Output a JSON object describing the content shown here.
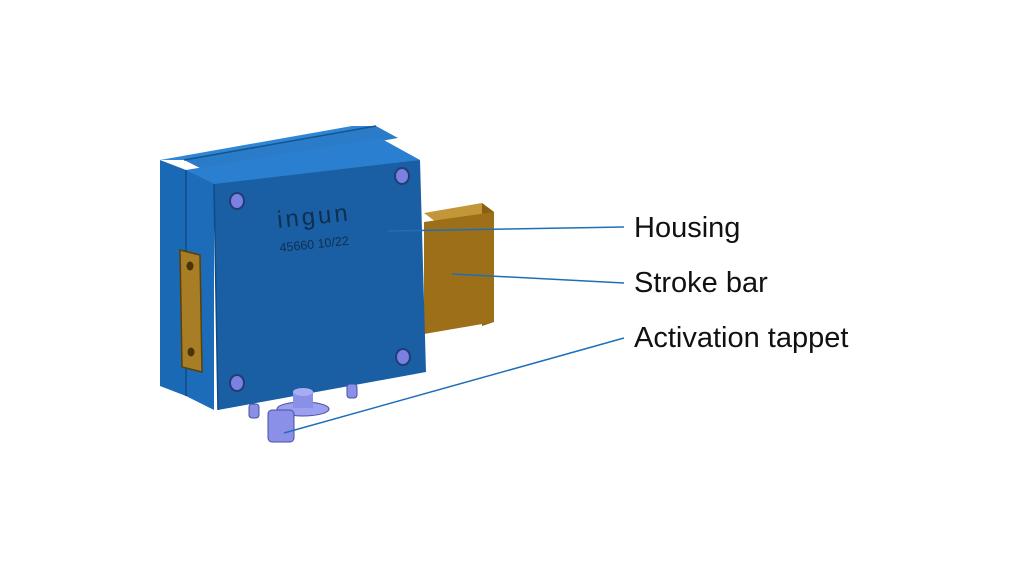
{
  "device": {
    "brand_text": "ingun",
    "part_number_text": "45660  10/22",
    "colors": {
      "housing_face": "#1a5fa3",
      "housing_side": "#1a69b5",
      "housing_top": "#2b7fd0",
      "stroke_bar_front": "#9c6f18",
      "stroke_bar_top": "#b98a2a",
      "tappet": "#8a8fe8",
      "screw": "#7c80e0",
      "leader_line": "#1f6fb8"
    }
  },
  "callouts": [
    {
      "id": "housing",
      "label": "Housing"
    },
    {
      "id": "stroke-bar",
      "label": "Stroke bar"
    },
    {
      "id": "activation-tappet",
      "label": "Activation tappet"
    }
  ]
}
